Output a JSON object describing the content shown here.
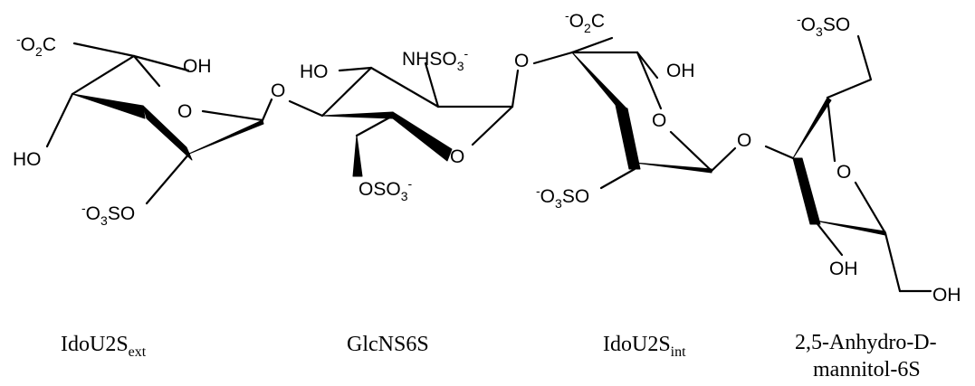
{
  "labels": {
    "o2c_1": {
      "pre": "-",
      "main": "O",
      "sub": "2",
      "tail": "C"
    },
    "oh_1": "OH",
    "ring_o_1": "O",
    "ho_1": "HO",
    "o3so_1": {
      "pre": "-",
      "main": "O",
      "sub": "3",
      "tail": "SO"
    },
    "link_o_1": "O",
    "ho_2": "HO",
    "nhso3": {
      "main": "NHSO",
      "sub": "3",
      "post": "-"
    },
    "ring_o_2": "O",
    "oso3": {
      "main": "OSO",
      "sub": "3",
      "post": "-"
    },
    "link_o_2": "O",
    "o2c_3": {
      "pre": "-",
      "main": "O",
      "sub": "2",
      "tail": "C"
    },
    "oh_3": "OH",
    "ring_o_3": "O",
    "o3so_3": {
      "pre": "-",
      "main": "O",
      "sub": "3",
      "tail": "SO"
    },
    "link_o_3": "O",
    "o3so_4": {
      "pre": "-",
      "main": "O",
      "sub": "3",
      "tail": "SO"
    },
    "ring_o_4": "O",
    "oh_4a": "OH",
    "oh_4b": "OH"
  },
  "captions": {
    "unit1": {
      "main": "IdoU2S",
      "sub": "ext"
    },
    "unit2": {
      "main": "GlcNS6S"
    },
    "unit3": {
      "main": "IdoU2S",
      "sub": "int"
    },
    "unit4": {
      "line1": "2,5-Anhydro-D-",
      "line2": "mannitol-6S"
    }
  }
}
